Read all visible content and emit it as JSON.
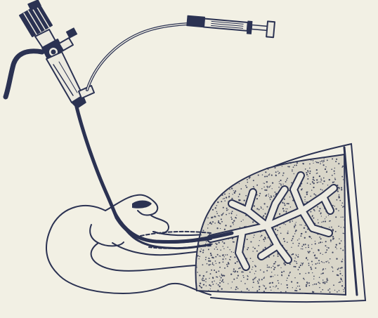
{
  "figure": {
    "description_text": "",
    "colors": {
      "paper": "#f2f0e4",
      "ink": "#2b3252",
      "lung_fill": "#d9d6c9",
      "stipple": "#454a63",
      "tube_fill": "#eceae0"
    },
    "parts": [
      {
        "name": "bronchoscope-head",
        "icon": "eyepiece-icon"
      },
      {
        "name": "suction-syringe",
        "icon": "syringe-icon"
      },
      {
        "name": "flexible-insertion-tube",
        "icon": "tube-icon"
      },
      {
        "name": "patient-head-profile",
        "icon": "head-icon"
      },
      {
        "name": "lung-with-bronchial-tree",
        "icon": "lung-icon"
      }
    ]
  }
}
